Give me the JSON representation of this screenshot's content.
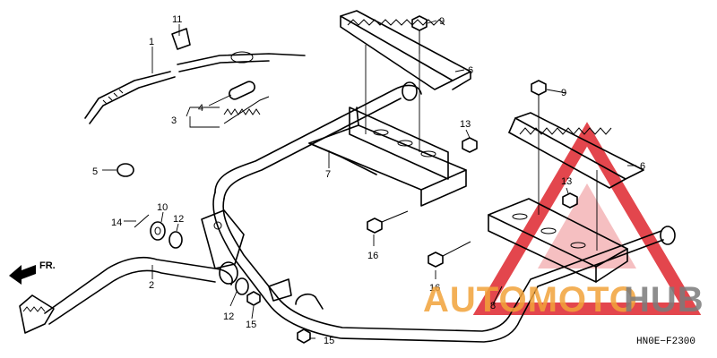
{
  "diagram": {
    "callouts": {
      "c1": "1",
      "c2": "2",
      "c3": "3",
      "c4": "4",
      "c5": "5",
      "c6a": "6",
      "c6b": "6",
      "c7": "7",
      "c8": "8",
      "c9a": "9",
      "c9b": "9",
      "c10": "10",
      "c11": "11",
      "c12a": "12",
      "c12b": "12",
      "c13a": "13",
      "c13b": "13",
      "c14": "14",
      "c15a": "15",
      "c15b": "15",
      "c16a": "16",
      "c16b": "16"
    },
    "front_label": "FR.",
    "drawing_code": "HN0E−F2300"
  },
  "watermark": {
    "text_orange": "AUTOMOTO",
    "text_grey": "HUB",
    "color_orange": "#f2a33a",
    "color_grey": "#7b7b7b",
    "color_red": "#e0333a"
  }
}
